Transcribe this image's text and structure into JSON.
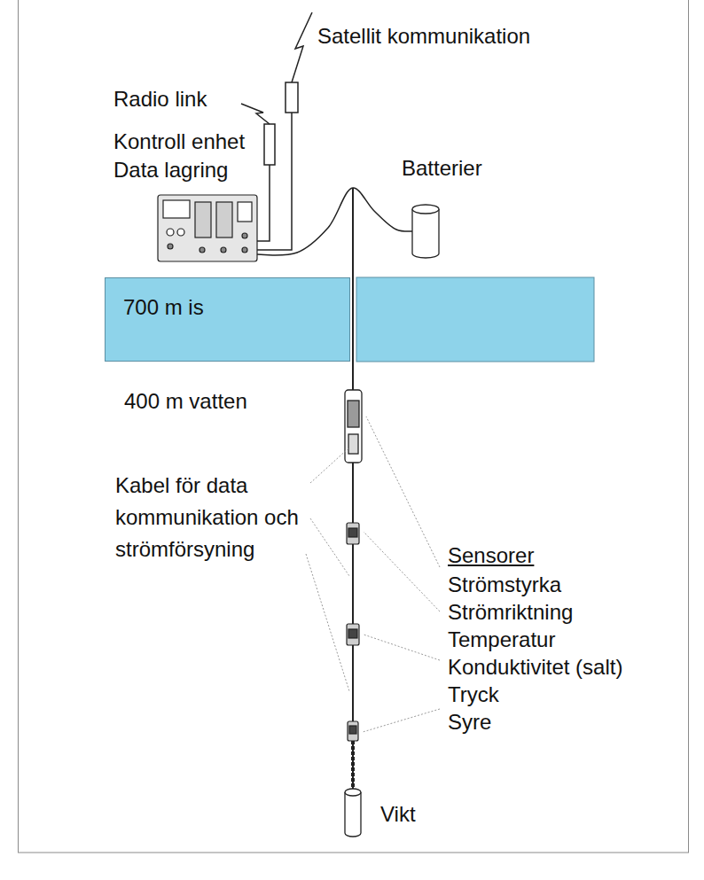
{
  "diagram": {
    "nodes": [
      {
        "text": [
          "Kontroll enhet Data lagring"
        ]
      },
      {
        "text": [
          "Batterier"
        ]
      },
      {
        "text": [
          "700 m is"
        ]
      },
      {
        "text": [
          "Vikt"
        ]
      }
    ],
    "edges": [
      {
        "from": 0,
        "to": 1,
        "arrow": "none"
      }
    ],
    "labels": [
      "Satellit kommunikation",
      "Radio link",
      "400 m vatten",
      "Kabel för data kommunikation och strömförsyning",
      "Sensorer",
      "Strömstyrka",
      "Strömriktning",
      "Temperatur",
      "Konduktivitet (salt)",
      "Tryck",
      "Syre"
    ]
  }
}
